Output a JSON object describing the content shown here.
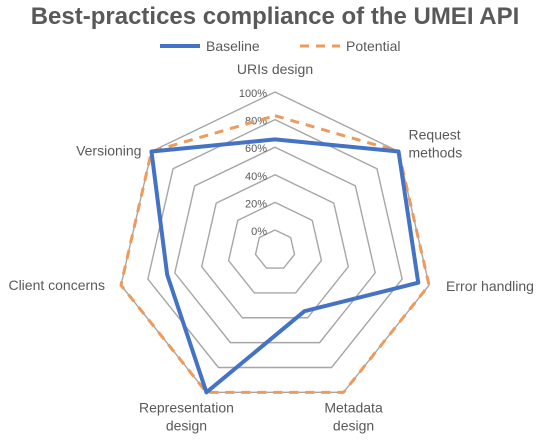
{
  "chart_data": {
    "type": "radar",
    "title": "Best-practices compliance of the UMEI API",
    "categories": [
      "URIs design",
      "Request methods",
      "Error handling",
      "Metadata design",
      "Representation design",
      "Client concerns",
      "Versioning"
    ],
    "series": [
      {
        "name": "Baseline",
        "values": [
          70,
          100,
          93,
          43,
          100,
          70,
          100
        ],
        "color": "#4472c4",
        "line_style": "solid"
      },
      {
        "name": "Potential",
        "values": [
          85,
          100,
          100,
          100,
          100,
          100,
          100
        ],
        "color": "#ed9a5b",
        "line_style": "dashed"
      }
    ],
    "ticks": [
      "0%",
      "20%",
      "40%",
      "60%",
      "80%",
      "100%"
    ],
    "rlim": [
      0,
      100
    ],
    "grid": true,
    "legend_position": "top-center"
  }
}
